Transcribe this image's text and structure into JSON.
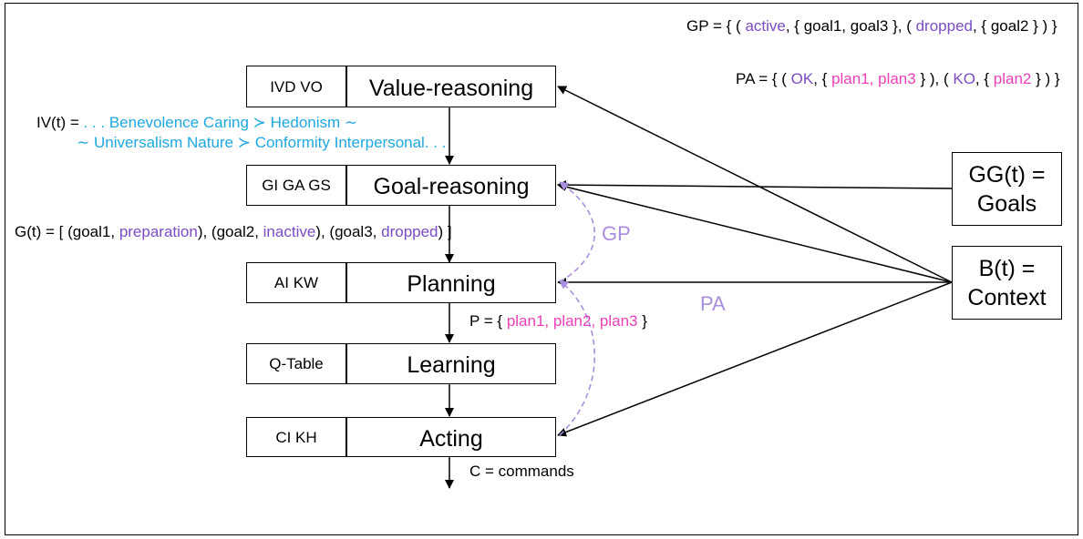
{
  "gp_line": {
    "prefix": "GP = { (",
    "active": "active",
    "part2": ", { goal1, goal3 }, (",
    "dropped": "dropped",
    "part3": ", { goal2 } ) }"
  },
  "pa_line": {
    "prefix": "PA = { (",
    "ok": "OK",
    "part2": ", {",
    "plans_ok": "plan1, plan3",
    "part3": "} ), (",
    "ko": "KO",
    "part4": ", {",
    "plans_ko": "plan2",
    "part5": "} ) }"
  },
  "layers": [
    {
      "left": "IVD  VO",
      "right": "Value-reasoning"
    },
    {
      "left": "GI GA GS",
      "right": "Goal-reasoning"
    },
    {
      "left": "AI KW",
      "right": "Planning"
    },
    {
      "left": "Q-Table",
      "right": "Learning"
    },
    {
      "left": "CI KH",
      "right": "Acting"
    }
  ],
  "iv_line1": {
    "prefix": "IV(t) =",
    "values": ". . . Benevolence Caring ≻ Hedonism ∼"
  },
  "iv_line2": {
    "values": "∼ Universalism Nature ≻ Conformity Interpersonal. . ."
  },
  "g_line": {
    "prefix": "G(t) = [ (goal1,",
    "s1": "preparation",
    "p2": "), (goal2,",
    "s2": "inactive",
    "p3": "), (goal3,",
    "s3": "dropped",
    "p4": ") ]"
  },
  "p_line": {
    "prefix": "P = {",
    "plans": "plan1, plan2, plan3",
    "suffix": "}"
  },
  "c_line": "C = commands",
  "gp_label": "GP",
  "pa_label": "PA",
  "goals_box": {
    "line1": "GG(t) =",
    "line2": "Goals"
  },
  "context_box": {
    "line1": "B(t) =",
    "line2": "Context"
  },
  "colors": {
    "blue": "#1fa8e0",
    "purple": "#7b4cc4",
    "pink": "#ee3fb8",
    "lavender": "#a98ee0"
  }
}
